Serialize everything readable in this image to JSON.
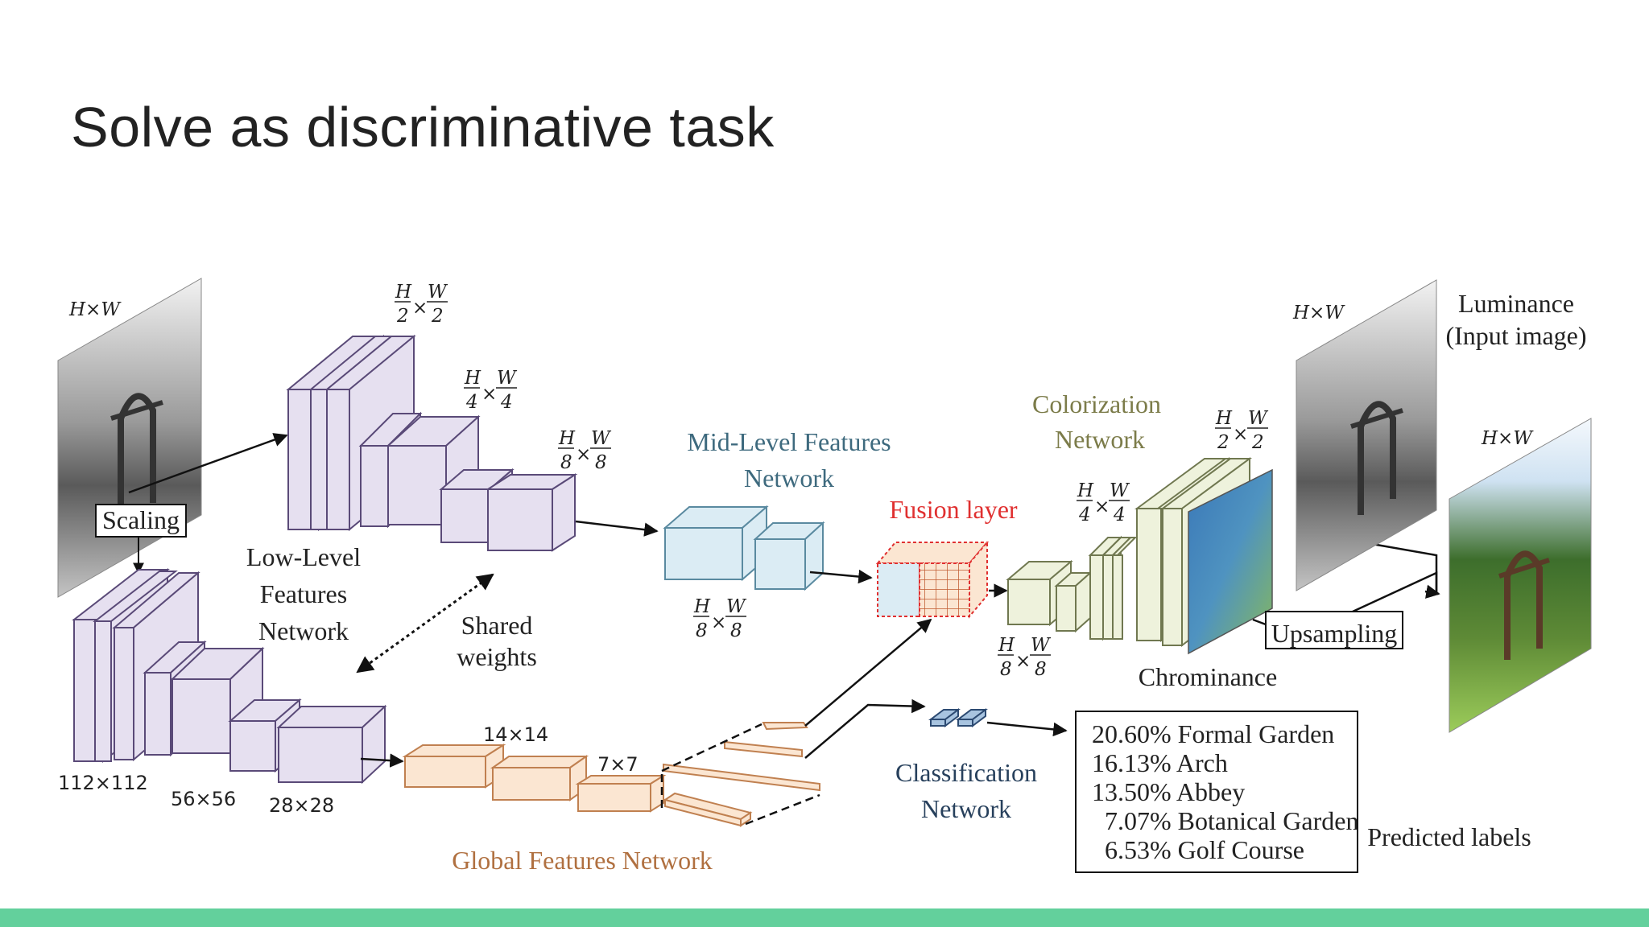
{
  "slide": {
    "title": "Solve as discriminative task"
  },
  "diagram": {
    "low_level_label": [
      "Low-Level",
      "Features",
      "Network"
    ],
    "mid_level_label": [
      "Mid-Level Features",
      "Network"
    ],
    "global_label": "Global Features Network",
    "fusion_label": "Fusion layer",
    "colorization_label": [
      "Colorization",
      "Network"
    ],
    "classification_label": [
      "Classification",
      "Network"
    ],
    "scaling_label": "Scaling",
    "upsampling_label": "Upsampling",
    "shared_weights_label": [
      "Shared",
      "weights"
    ],
    "chrominance_label": "Chrominance",
    "luminance_label": [
      "Luminance",
      "(Input image)"
    ],
    "predicted_labels_caption": "Predicted labels",
    "hw_label": "H×W",
    "dims": {
      "d112": "112×112",
      "d56": "56×56",
      "d28": "28×28",
      "d14": "14×14",
      "d7": "7×7"
    },
    "frac": {
      "H": "H",
      "W": "W",
      "n2": "2",
      "n4": "4",
      "n8": "8",
      "times": "×"
    },
    "predicted_labels": [
      "20.60% Formal Garden",
      "16.13% Arch",
      "13.50% Abbey",
      "7.07% Botanical Garden",
      "6.53% Golf Course"
    ],
    "colors": {
      "low_level": "#e6e0f0",
      "mid_level": "#dbecf4",
      "global": "#fbe6d2",
      "colorization": "#eef2dc",
      "fusion": "#e03030",
      "mid_text": "#3e6a7e",
      "global_text": "#b07040",
      "colorization_text": "#7c7c4a",
      "classification_text": "#27405c",
      "footer": "#63d09c"
    }
  }
}
